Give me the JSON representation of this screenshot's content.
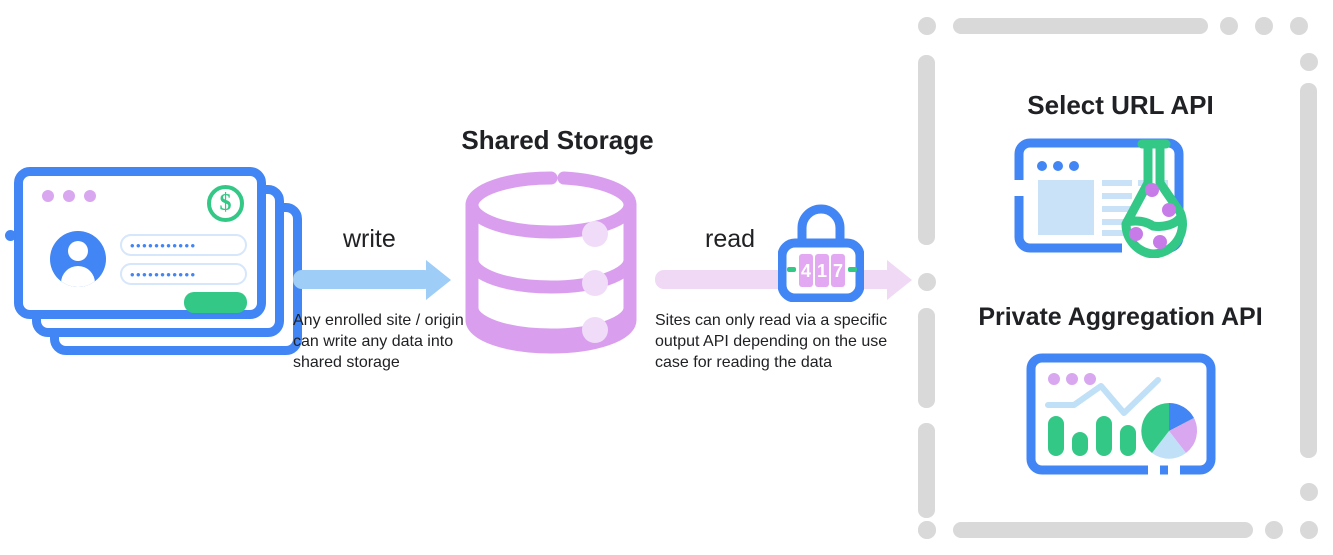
{
  "diagram": {
    "title_storage": "Shared Storage",
    "write": {
      "label": "write",
      "caption": "Any enrolled site / origin can write any data into shared storage",
      "arrow_color": "#9ECDF7"
    },
    "read": {
      "label": "read",
      "caption": "Sites can only read via a specific output API depending on the use case for reading the data",
      "arrow_color": "#F0D9F5"
    },
    "lock": {
      "combination": "417",
      "digits": [
        "4",
        "1",
        "7"
      ],
      "body_color": "#4285F4",
      "dial_color": "#E3A8F2"
    },
    "source_card": {
      "field_1_value": "•••••••••••",
      "field_2_value": "•••••••••••",
      "currency_glyph": "$",
      "border_color": "#4285F4",
      "button_color": "#34C887",
      "window_dot_color": "#D8A7F0"
    },
    "database": {
      "tiers": 3,
      "color": "#D99FEE",
      "dot_color": "#F0DCF8"
    },
    "output_apis": [
      {
        "title": "Select URL API",
        "icon": "browser-flask-icon",
        "flask_color": "#34C887",
        "flask_dot_color": "#C77BE8",
        "browser_color": "#4285F4"
      },
      {
        "title": "Private Aggregation API",
        "icon": "dashboard-chart-icon",
        "bar_color": "#34C887",
        "line_color": "#BFE0F7",
        "window_dot_color": "#D8A7F0",
        "pie_slices": [
          {
            "label": "green",
            "color": "#34C887",
            "value": 45
          },
          {
            "label": "blue",
            "color": "#4285F4",
            "value": 18
          },
          {
            "label": "purple",
            "color": "#D8A7F0",
            "value": 19
          },
          {
            "label": "light-blue",
            "color": "#BFE0F7",
            "value": 18
          }
        ],
        "bar_values": [
          100,
          58,
          100,
          72
        ]
      }
    ],
    "panel_border_color": "#D9D9D9"
  }
}
